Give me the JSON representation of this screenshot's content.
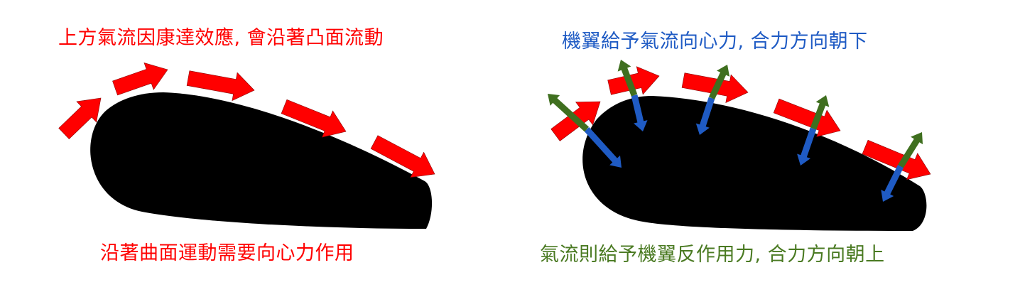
{
  "captions": {
    "left_top": "上方氣流因康達效應, 會沿著凸面流動",
    "left_bottom": "沿著曲面運動需要向心力作用",
    "right_top": "機翼給予氣流向心力, 合力方向朝下",
    "right_bottom": "氣流則給予機翼反作用力, 合力方向朝上"
  },
  "colors": {
    "red_text": "#ff0000",
    "blue_text": "#1f5bc4",
    "green_text": "#4a7a22",
    "airflow_arrow": "#ff0000",
    "force_on_air_arrow": "#1f5bc4",
    "reaction_force_arrow": "#3f6f1f",
    "airfoil": "#000000"
  }
}
